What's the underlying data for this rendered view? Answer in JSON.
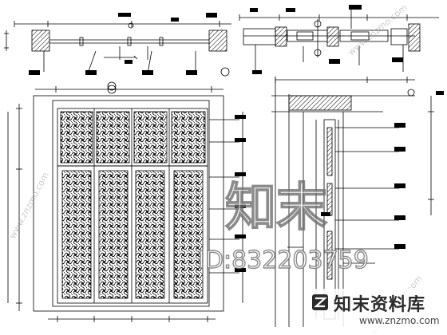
{
  "colors": {
    "line": "#000000",
    "watermark": "#8a8a8a",
    "tag_fill": "#000000"
  },
  "watermark": {
    "big_text": "知末",
    "id_text": "ID:832203759",
    "brand_title": "知末资料库",
    "brand_url": "www.znzmo.com",
    "diagonal_text": "www.znzmo.com"
  },
  "icons": {
    "brand_logo": "znzmo-logo-icon"
  }
}
